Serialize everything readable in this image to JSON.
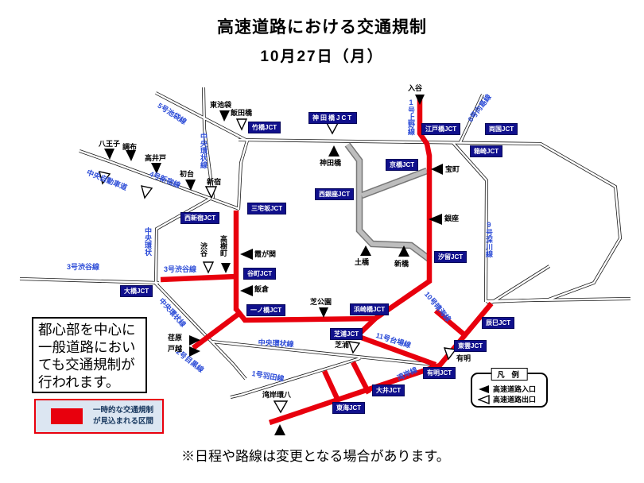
{
  "header": {
    "title": "高速道路における交通規制",
    "date": "10月27日（月）"
  },
  "footer_note": "※日程や路線は変更となる場合があります。",
  "info_box": {
    "line1": "都心部を中心に",
    "line2": "一般道路におい",
    "line3": "ても交通規制が",
    "line4": "行われます。"
  },
  "restriction_legend": {
    "line1": "一時的な交通規制",
    "line2": "が見込まれる区間"
  },
  "map_legend": {
    "title": "凡 例",
    "entrance": "高速道路入口",
    "exit": "高速道路出口"
  },
  "junctions": {
    "takebashi": "竹橋JCT",
    "kandabashi": "神田橋JCT",
    "edobashi": "江戸橋JCT",
    "ryogoku": "両国JCT",
    "hakozaki": "箱崎JCT",
    "kyobashi": "京橋JCT",
    "nishiginza": "西銀座JCT",
    "miyakezaka": "三宅坂JCT",
    "nishishinjuku": "西新宿JCT",
    "ohashi": "大橋JCT",
    "tanimachi": "谷町JCT",
    "ichinohashi": "一ノ橋JCT",
    "shiodome": "汐留JCT",
    "hamazakibashi": "浜崎橋JCT",
    "shibaura": "芝浦JCT",
    "ariake": "有明JCT",
    "oi": "大井JCT",
    "tokai": "東海JCT",
    "shinonome": "東雲JCT",
    "tatsumi": "辰巳JCT"
  },
  "roads": {
    "ikebukuro5": "5号池袋線",
    "kanjo_ne": "中央環状線",
    "chuodo": "中央自動車道",
    "shinjuku4": "4号新宿線",
    "kanjo_w": "中央環状",
    "shibuya3_w": "3号渋谷線",
    "shibuya3": "3号渋谷線",
    "meguro2": "2号目黒線",
    "kanjo_diag": "中央環状線",
    "kanjo_h": "中央環状線",
    "haneda1": "1号羽田線",
    "ueno1": "1号上野線",
    "mukojima6": "6号向島線",
    "fukagawa9": "9号深川線",
    "harumi10": "10号晴海線",
    "daiba11": "11号台場線",
    "wangan": "湾岸線"
  },
  "exits": {
    "iriya": "入谷",
    "higashi_ikebukuro": "東池袋",
    "iidabashi": "飯田橋",
    "kandabashi": "神田橋",
    "hachioji": "八王子",
    "chofu": "調布",
    "takaido": "高井戸",
    "hatsudai": "初台",
    "shinjuku": "新宿",
    "takaracho": "宝町",
    "ginza": "銀座",
    "kasumigaseki": "霞が関",
    "iigura": "飯倉",
    "shibuya": "渋谷",
    "takagicho": "高樹町",
    "dobashi": "土橋",
    "shinbashi": "新橋",
    "shibakoen": "芝公園",
    "shibaura": "芝浦",
    "ebara": "荏原",
    "togoshi": "戸越",
    "wangan_kanpachi": "湾岸環八",
    "ariake": "有明"
  },
  "colors": {
    "restricted_red": "#e8000d",
    "jct_bg": "#10108c",
    "road_label_blue": "#2b4bd7",
    "legend_panel_bg": "#dce6f2"
  }
}
